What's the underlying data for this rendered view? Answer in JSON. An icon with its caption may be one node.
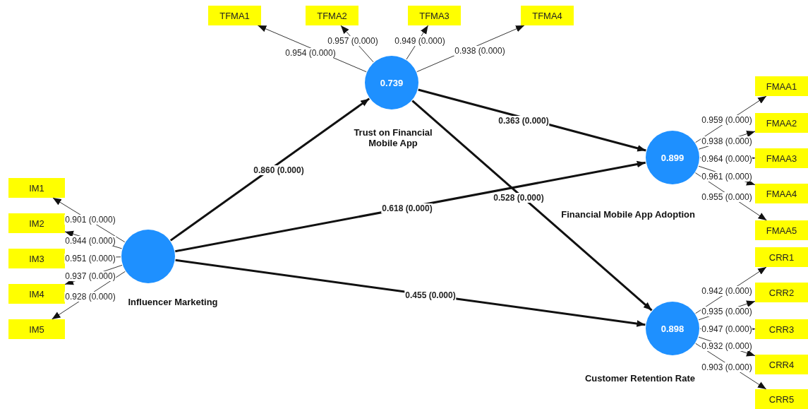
{
  "diagram": {
    "nodes": [
      {
        "text": [
          "TFMA1"
        ]
      },
      {
        "text": [
          "TFMA2"
        ]
      },
      {
        "text": [
          "TFMA3"
        ]
      },
      {
        "text": [
          "TFMA4"
        ]
      },
      {
        "text": [
          "0.739"
        ],
        "beside": [
          "Trust on Financial Mobile App"
        ]
      },
      {
        "text": [
          "FMAA1"
        ]
      },
      {
        "text": [
          "FMAA2"
        ]
      },
      {
        "text": [
          "FMAA3"
        ]
      },
      {
        "text": [
          "FMAA4"
        ]
      },
      {
        "text": [
          "FMAA5"
        ]
      },
      {
        "text": [
          "0.899"
        ],
        "beside": [
          "Financial Mobile App Adoption"
        ]
      },
      {
        "text": [
          "IM1"
        ]
      },
      {
        "text": [
          "IM2"
        ]
      },
      {
        "text": [
          "IM3"
        ]
      },
      {
        "text": [
          "IM4"
        ]
      },
      {
        "text": [
          "IM5"
        ]
      },
      {
        "text": [],
        "shape": "circle",
        "beside": [
          "Influencer Marketing"
        ]
      },
      {
        "text": [
          "0.898"
        ],
        "beside": [
          "Customer Retention Rate"
        ]
      },
      {
        "text": [
          "CRR1"
        ]
      },
      {
        "text": [
          "CRR2"
        ]
      },
      {
        "text": [
          "CRR3"
        ]
      },
      {
        "text": [
          "CRR4"
        ]
      },
      {
        "text": [
          "CRR5"
        ]
      }
    ],
    "edges": [
      {
        "from": 16,
        "to": 4,
        "arrow": "to",
        "label": "0.860 (0.000)",
        "style": "thick"
      },
      {
        "from": 16,
        "to": 10,
        "arrow": "to",
        "label": "0.618 (0.000)",
        "style": "thick"
      },
      {
        "from": 16,
        "to": 17,
        "arrow": "to",
        "label": "0.455 (0.000)",
        "style": "thick"
      },
      {
        "from": 4,
        "to": 10,
        "arrow": "to",
        "label": "0.363 (0.000)",
        "style": "thick"
      },
      {
        "from": 4,
        "to": 17,
        "arrow": "to",
        "label": "0.528 (0.000)",
        "style": "thick"
      },
      {
        "from": 4,
        "to": 0,
        "arrow": "to",
        "label": "0.954 (0.000)"
      },
      {
        "from": 4,
        "to": 1,
        "arrow": "to",
        "label": "0.957 (0.000)"
      },
      {
        "from": 4,
        "to": 2,
        "arrow": "to",
        "label": "0.949 (0.000)"
      },
      {
        "from": 4,
        "to": 3,
        "arrow": "to",
        "label": "0.938 (0.000)"
      },
      {
        "from": 10,
        "to": 5,
        "arrow": "to",
        "label": "0.959 (0.000)"
      },
      {
        "from": 10,
        "to": 6,
        "arrow": "to",
        "label": "0.938 (0.000)"
      },
      {
        "from": 10,
        "to": 7,
        "arrow": "to",
        "label": "0.964 (0.000)"
      },
      {
        "from": 10,
        "to": 8,
        "arrow": "to",
        "label": "0.961 (0.000)"
      },
      {
        "from": 10,
        "to": 9,
        "arrow": "to",
        "label": "0.955 (0.000)"
      },
      {
        "from": 16,
        "to": 11,
        "arrow": "to",
        "label": "0.901 (0.000)"
      },
      {
        "from": 16,
        "to": 12,
        "arrow": "to",
        "label": "0.944 (0.000)"
      },
      {
        "from": 16,
        "to": 13,
        "arrow": "to",
        "label": "0.951 (0.000)"
      },
      {
        "from": 16,
        "to": 14,
        "arrow": "to",
        "label": "0.937 (0.000)"
      },
      {
        "from": 16,
        "to": 15,
        "arrow": "to",
        "label": "0.928 (0.000)"
      },
      {
        "from": 17,
        "to": 18,
        "arrow": "to",
        "label": "0.942 (0.000)"
      },
      {
        "from": 17,
        "to": 19,
        "arrow": "to",
        "label": "0.935 (0.000)"
      },
      {
        "from": 17,
        "to": 20,
        "arrow": "to",
        "label": "0.947 (0.000)"
      },
      {
        "from": 17,
        "to": 21,
        "arrow": "to",
        "label": "0.932 (0.000)"
      },
      {
        "from": 17,
        "to": 22,
        "arrow": "to",
        "label": "0.903 (0.000)"
      }
    ]
  }
}
